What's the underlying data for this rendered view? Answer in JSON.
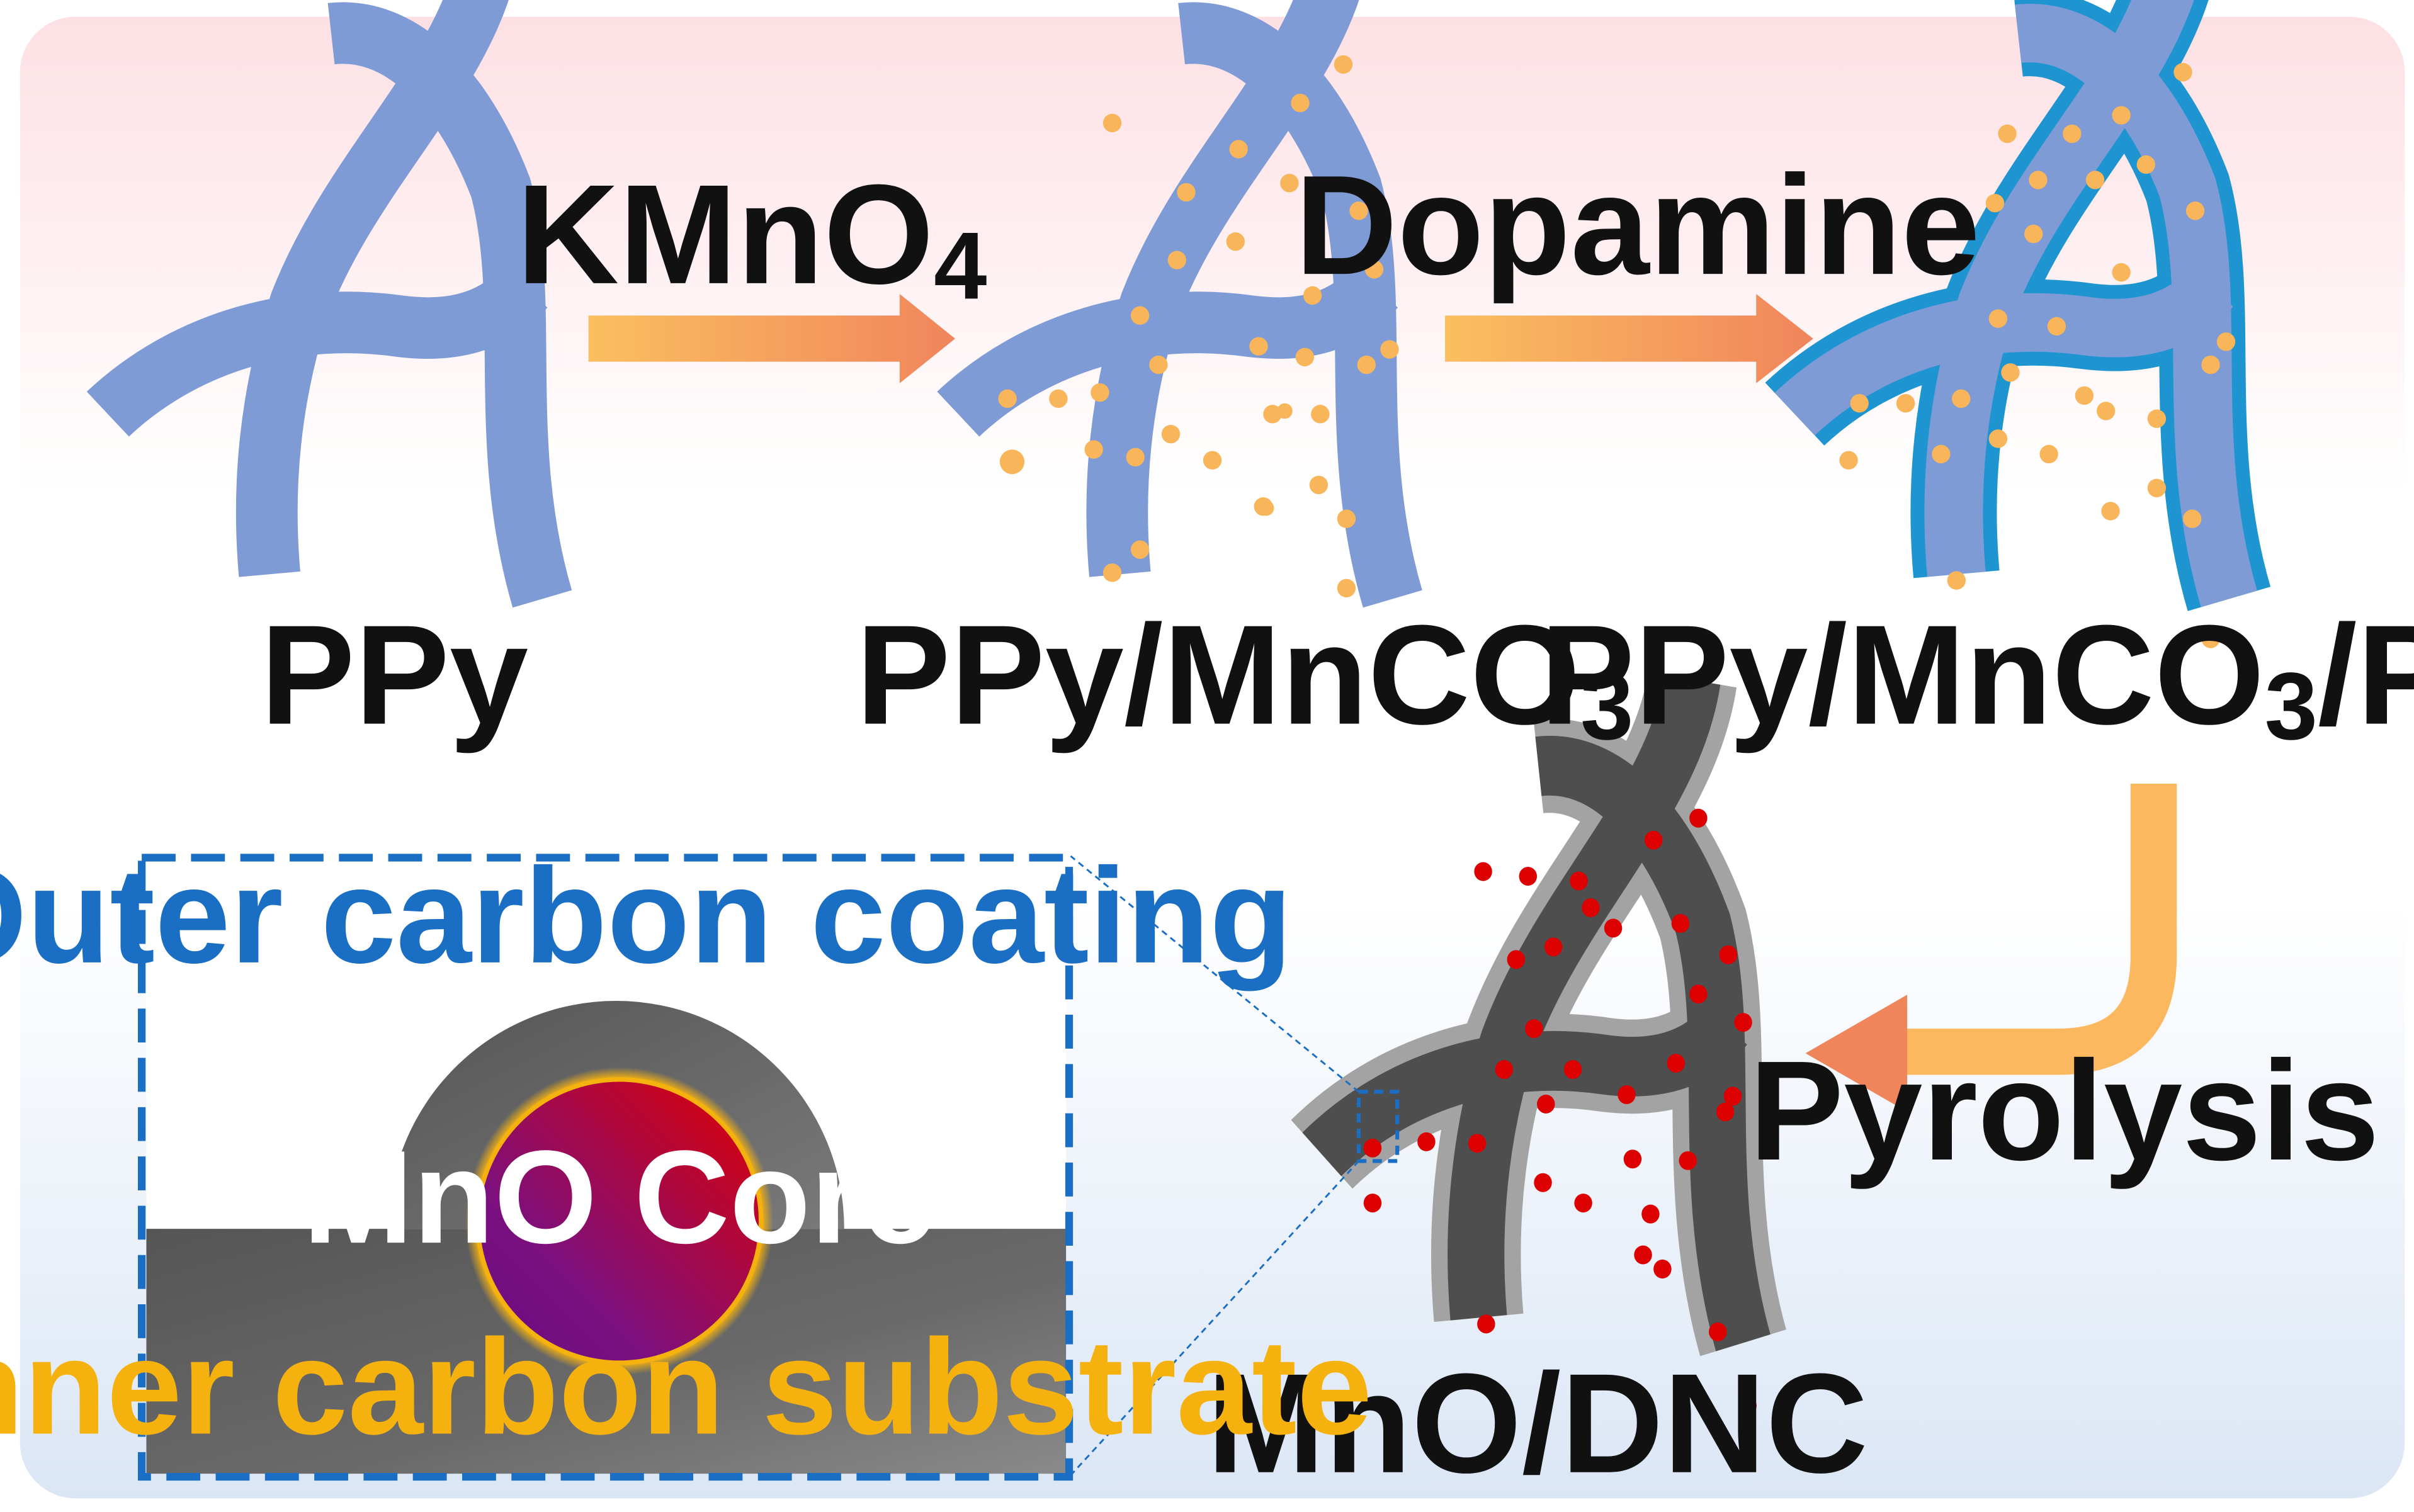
{
  "stages": [
    {
      "label": "PPy"
    },
    {
      "label": "PPy/MnCO",
      "sub": "3"
    },
    {
      "label": "PPy/MnCO",
      "sub": "3",
      "suffix": "/PDA"
    },
    {
      "label": "MnO/DNC"
    }
  ],
  "steps": [
    {
      "label": "KMnO",
      "sub": "4"
    },
    {
      "label": "Dopamine"
    },
    {
      "label": "Pyrolysis"
    }
  ],
  "inset": {
    "outer_label": "Outer carbon coating",
    "core_label": "MnO Core",
    "substrate_label": "Inner carbon substrate"
  },
  "colors": {
    "fiber": "#7f9bd6",
    "pda_shell": "#1e95d1",
    "particle": "#f8b55a",
    "carbon_fiber": "#4e4e4e",
    "carbon_shell": "#a3a3a3",
    "mno_dot": "#dd0000",
    "arrow_start": "#fbbf5f",
    "arrow_end": "#f0855c",
    "inset_border": "#1a6fc4",
    "background_top": "#fde0e4",
    "background_bottom": "#dbe6f5"
  }
}
